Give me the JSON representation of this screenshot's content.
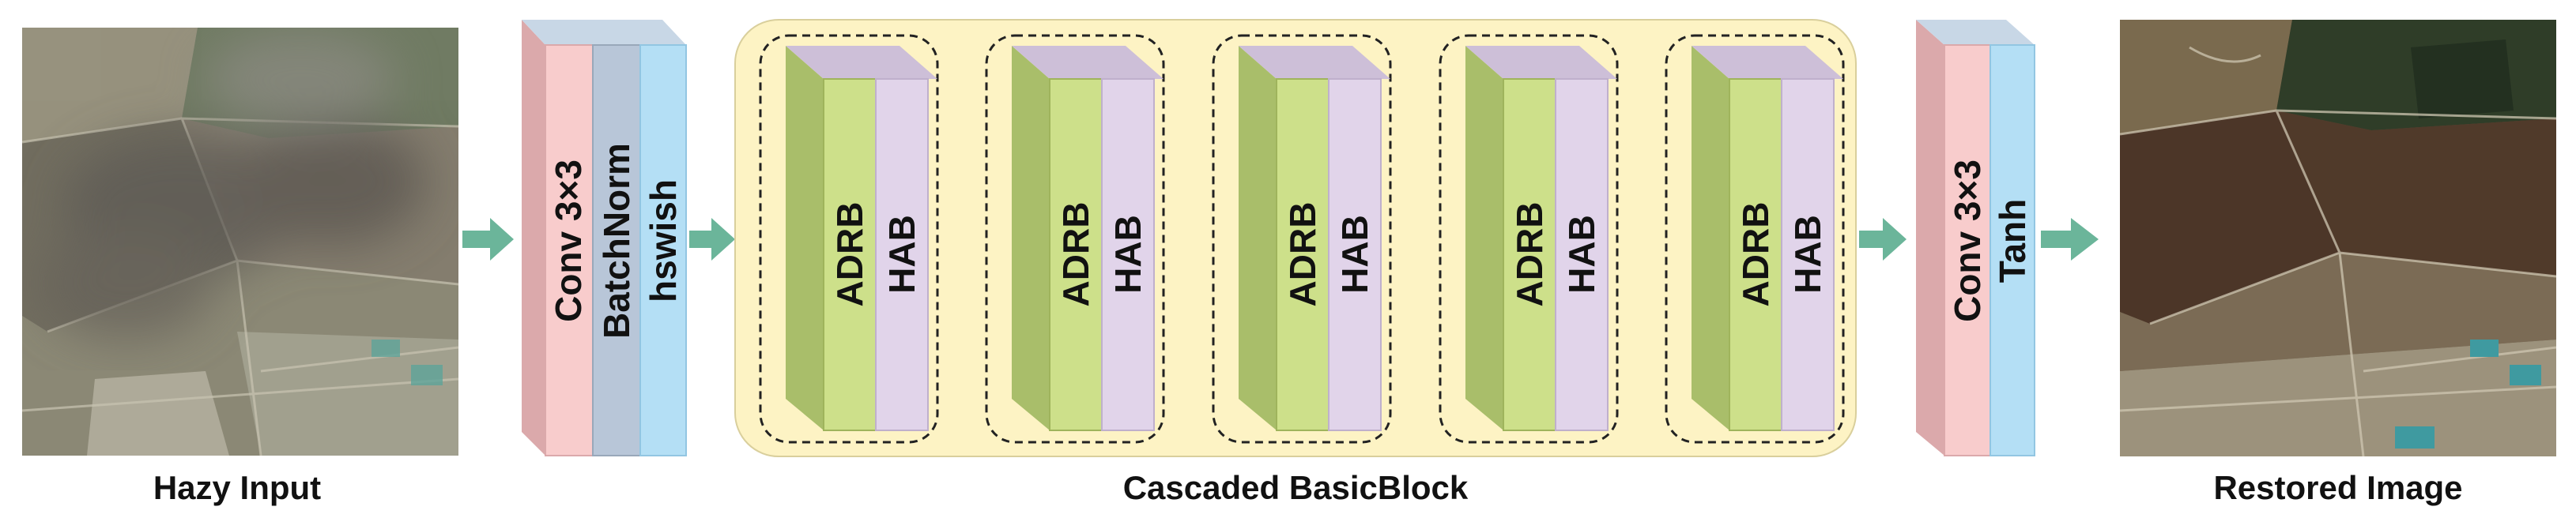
{
  "captions": {
    "input": "Hazy Input",
    "blocks": "Cascaded BasicBlock",
    "output": "Restored Image"
  },
  "head": {
    "layers": [
      {
        "label": "Conv 3×3",
        "color": "#f8cccc",
        "side": "#dba9ab"
      },
      {
        "label": "BatchNorm",
        "color": "#b8c6d8",
        "side": "#99a8ba"
      },
      {
        "label": "hswish",
        "color": "#b4dff5",
        "side": "#92c6e2"
      }
    ]
  },
  "basic_blocks": [
    {
      "left": "ADRB",
      "right": "HAB"
    },
    {
      "left": "ADRB",
      "right": "HAB"
    },
    {
      "left": "ADRB",
      "right": "HAB"
    },
    {
      "left": "ADRB",
      "right": "HAB"
    },
    {
      "left": "ADRB",
      "right": "HAB"
    }
  ],
  "tail": {
    "layers": [
      {
        "label": "Conv 3×3",
        "color": "#f8cccc",
        "side": "#dba9ab"
      },
      {
        "label": "Tanh",
        "color": "#b4dff5",
        "side": "#92c6e2"
      }
    ]
  },
  "colors": {
    "arrow": "#6bb59a",
    "container_fill": "#fdf3c4",
    "container_stroke": "#d9cf9c",
    "adrb_front": "#cde08a",
    "adrb_side": "#a9be6a",
    "hab_front": "#e1d4ea",
    "hab_top": "#cdbfd8",
    "hazy_base": "#8b8a7c",
    "restored_base": "#4a3a2c"
  },
  "icons": {
    "arrow": "arrow-right-icon",
    "hazy_image": "satellite-image-hazy",
    "restored_image": "satellite-image-restored"
  }
}
